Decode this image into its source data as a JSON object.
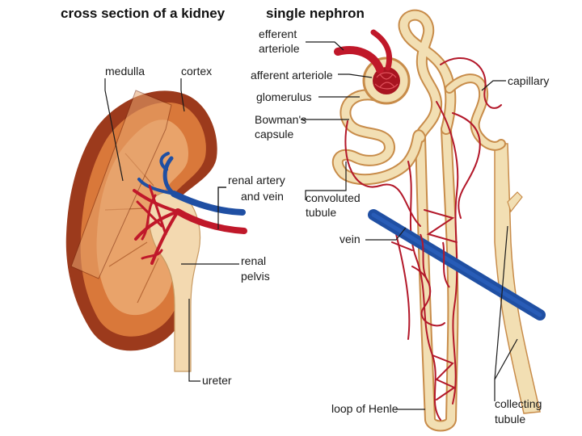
{
  "titles": {
    "left": "cross section of a kidney",
    "right": "single nephron"
  },
  "kidney_labels": {
    "medulla": "medulla",
    "cortex": "cortex",
    "renal_artery_line1": "renal artery",
    "renal_artery_line2": "and vein",
    "renal_pelvis_line1": "renal",
    "renal_pelvis_line2": "pelvis",
    "ureter": "ureter"
  },
  "nephron_labels": {
    "efferent_line1": "efferent",
    "efferent_line2": "arteriole",
    "afferent": "afferent arteriole",
    "glomerulus": "glomerulus",
    "bowmans_line1": "Bowman's",
    "bowmans_line2": "capsule",
    "capillary": "capillary",
    "convoluted_line1": "convoluted",
    "convoluted_line2": "tubule",
    "vein": "vein",
    "loop_of_henle": "loop of Henle",
    "collecting_line1": "collecting",
    "collecting_line2": "tubule"
  },
  "colors": {
    "kidney_outer": "#9c3a1c",
    "cortex": "#d9783a",
    "medulla": "#e9a36a",
    "pelvis": "#f3d9b0",
    "artery": "#c0182a",
    "vein": "#1f4fa3",
    "tubule_fill": "#f2dfb3",
    "tubule_edge": "#c88c4a"
  }
}
